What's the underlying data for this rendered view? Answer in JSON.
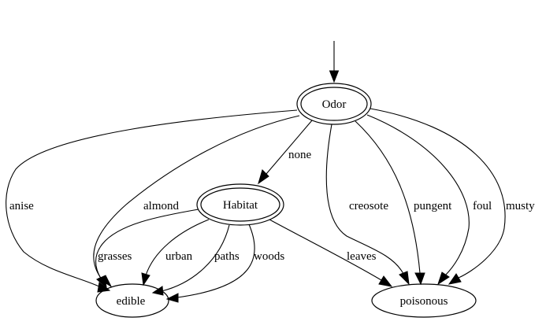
{
  "nodes": {
    "odor": "Odor",
    "habitat": "Habitat",
    "edible": "edible",
    "poisonous": "poisonous"
  },
  "edges": {
    "anise": "anise",
    "almond": "almond",
    "none": "none",
    "creosote": "creosote",
    "pungent": "pungent",
    "foul": "foul",
    "musty": "musty",
    "grasses": "grasses",
    "urban": "urban",
    "paths": "paths",
    "woods": "woods",
    "leaves": "leaves"
  }
}
